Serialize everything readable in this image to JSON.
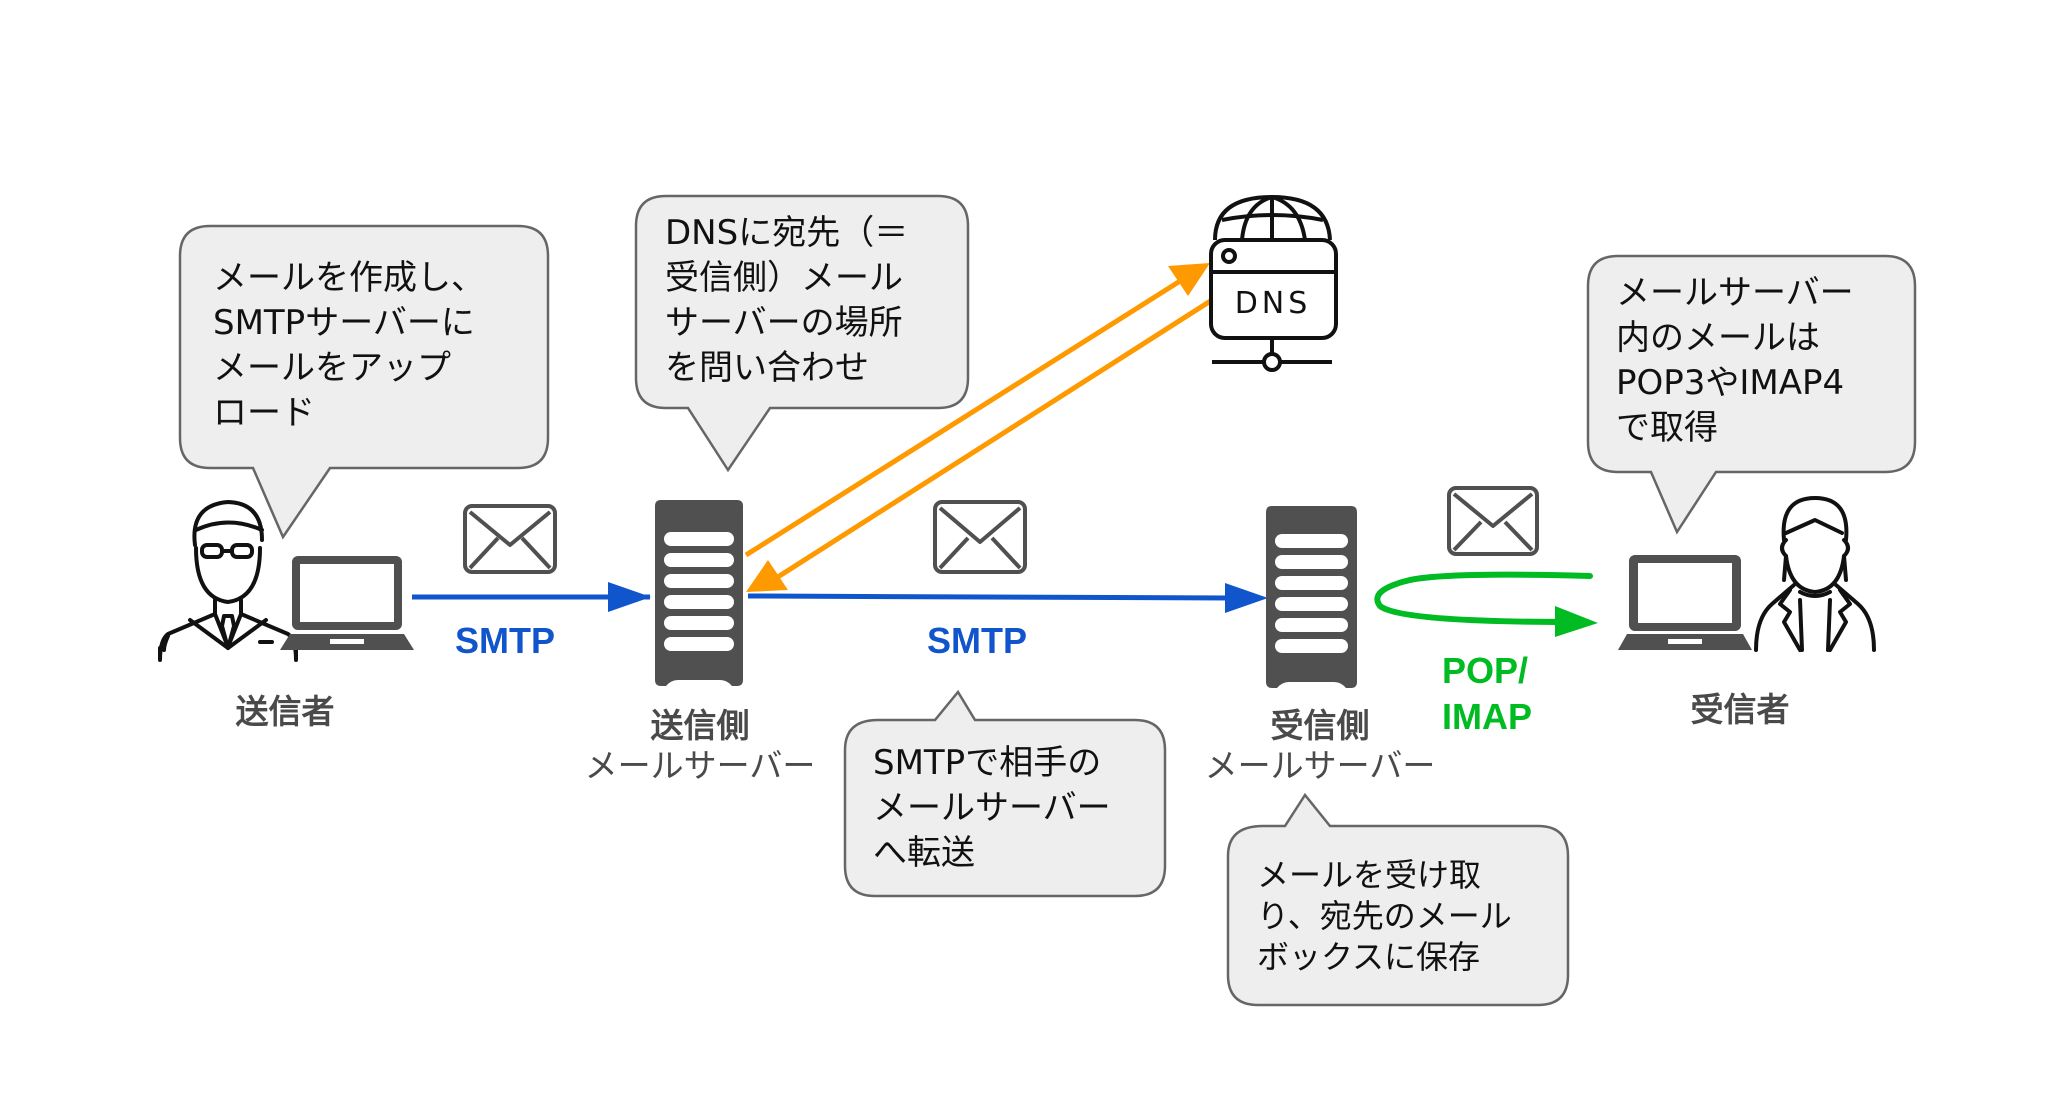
{
  "colors": {
    "smtp": "#1155cc",
    "dns": "#ff9900",
    "pop_imap": "#00bb22",
    "icon_dark": "#505050",
    "bubble_fill": "#eeeeee",
    "bubble_stroke": "#666666",
    "label_text": "#4a4a4a"
  },
  "nodes": {
    "sender": {
      "label": "送信者",
      "icon": "businessman-icon",
      "device": "laptop-icon"
    },
    "sending_server": {
      "label_lines": [
        "送信側",
        "メールサーバー"
      ],
      "icon": "server-icon"
    },
    "receiving_server": {
      "label_lines": [
        "受信側",
        "メールサーバー"
      ],
      "icon": "server-icon"
    },
    "recipient": {
      "label": "受信者",
      "icon": "businesswoman-icon",
      "device": "laptop-icon"
    },
    "dns": {
      "icon_text": "DNS",
      "icon": "dns-server-globe-icon"
    }
  },
  "edges": {
    "sender_to_server": {
      "protocol": "SMTP",
      "icon": "envelope-icon"
    },
    "server_to_server": {
      "protocol": "SMTP",
      "icon": "envelope-icon"
    },
    "server_to_recipient": {
      "protocol_lines": [
        "POP/",
        "IMAP"
      ],
      "icon": "envelope-icon"
    },
    "dns_query": {
      "direction": "sending-server-to-dns"
    },
    "dns_response": {
      "direction": "dns-to-sending-server"
    }
  },
  "callouts": {
    "sender": {
      "lines": [
        "メールを作成し、",
        "SMTPサーバーに",
        "メールをアップ",
        "ロード"
      ]
    },
    "dns_lookup": {
      "lines": [
        "DNSに宛先（＝",
        "受信側）メール",
        "サーバーの場所",
        "を問い合わせ"
      ]
    },
    "recipient": {
      "lines": [
        "メールサーバー",
        "内のメールは",
        "POP3やIMAP4",
        "で取得"
      ]
    },
    "smtp_forward": {
      "lines": [
        "SMTPで相手の",
        "メールサーバー",
        "へ転送"
      ]
    },
    "receive_store": {
      "lines": [
        "メールを受け取",
        "り、宛先のメール",
        "ボックスに保存"
      ]
    }
  }
}
